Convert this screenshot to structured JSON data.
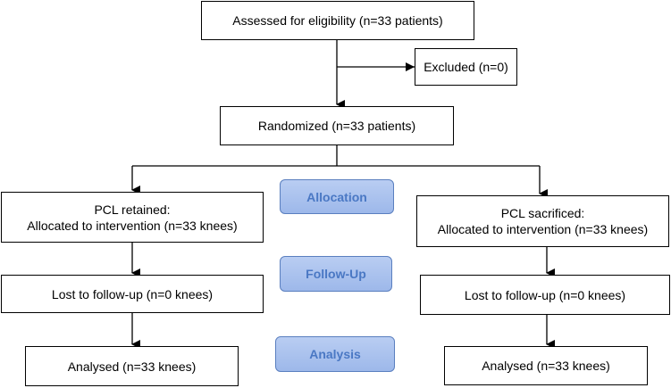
{
  "boxes": {
    "eligibility": "Assessed for eligibility (n=33 patients)",
    "excluded": "Excluded (n=0)",
    "randomized": "Randomized (n=33 patients)",
    "left_alloc_line1": "PCL retained:",
    "left_alloc_line2": "Allocated to intervention (n=33 knees)",
    "left_followup": "Lost to follow-up (n=0 knees)",
    "left_analysis": "Analysed (n=33 knees)",
    "right_alloc_line1": "PCL sacrificed:",
    "right_alloc_line2": "Allocated to intervention (n=33 knees)",
    "right_followup": "Lost to follow-up (n=0 knees)",
    "right_analysis": "Analysed (n=33 knees)"
  },
  "stages": {
    "allocation": "Allocation",
    "followup": "Follow-Up",
    "analysis": "Analysis"
  },
  "colors": {
    "stage_fill": "#a9c2ef",
    "stage_text": "#4a78c4",
    "stage_border": "#5a7fbf"
  }
}
